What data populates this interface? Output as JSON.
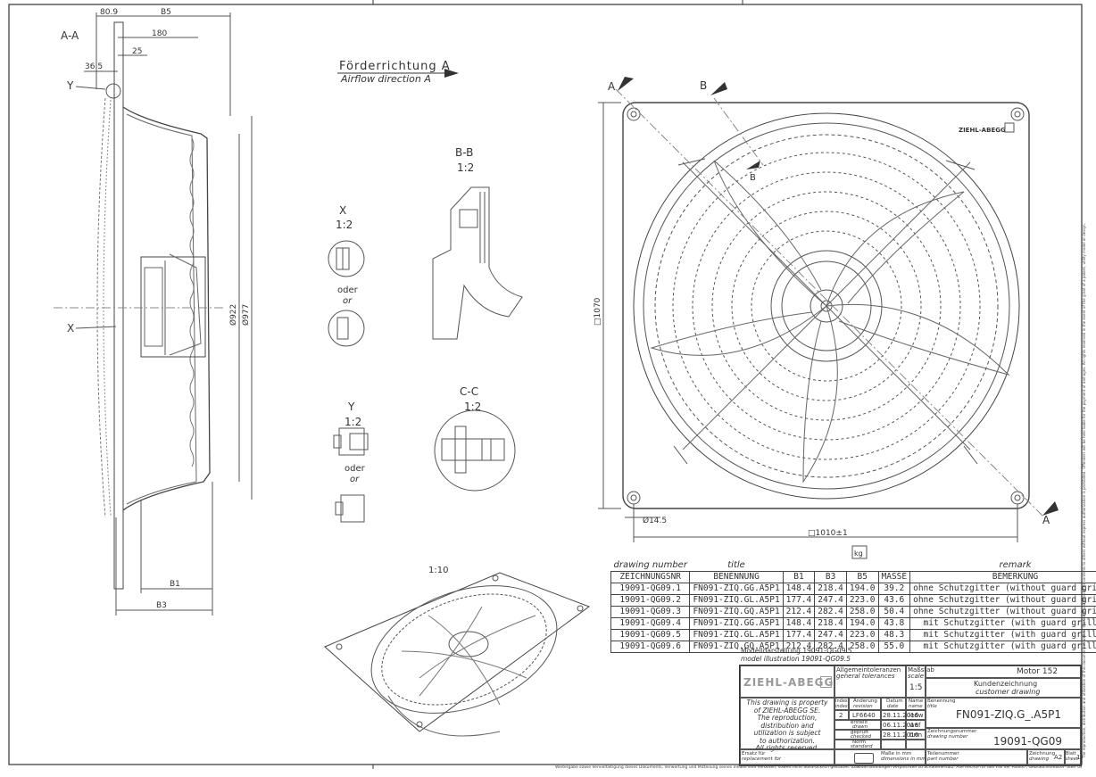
{
  "dimensions": {
    "d80_9": "80.9",
    "b5": "B5",
    "d180": "180",
    "d25": "25",
    "d36_5": "36.5",
    "d922": "Ø922",
    "d977": "Ø977",
    "b1": "B1",
    "b3": "B3",
    "sq1070": "□1070",
    "sq1010": "□1010±1",
    "d14_5": "Ø14.5"
  },
  "section_labels": {
    "aa": "A-A",
    "y_mark": "Y",
    "x_mark": "X",
    "x_detail": "X",
    "x_scale": "1:2",
    "oder1": "oder",
    "or1": "or",
    "y_detail": "Y",
    "y_scale": "1:2",
    "oder2": "oder",
    "or2": "or",
    "bb": "B-B",
    "bb_scale": "1:2",
    "cc": "C-C",
    "cc_scale": "1:2",
    "iso_scale": "1:10",
    "a_top": "A",
    "b_top": "B",
    "a_bottom": "A",
    "b_inner": "B"
  },
  "airflow": {
    "de": "Förderrichtung A",
    "en": "Airflow direction A"
  },
  "brand_small": "ZIEHL-ABEGG",
  "weight_icon": "kg",
  "table": {
    "caption": [
      "drawing number",
      "title",
      "remark"
    ],
    "headers": [
      "ZEICHNUNGSNR",
      "BENENNUNG",
      "B1",
      "B3",
      "B5",
      "MASSE",
      "BEMERKUNG"
    ],
    "rows": [
      [
        "19091-QG09.1",
        "FN091-ZIQ.GG.A5P1",
        "148.4",
        "218.4",
        "194.0",
        "39.2",
        "ohne Schutzgitter (without guard grille)"
      ],
      [
        "19091-QG09.2",
        "FN091-ZIQ.GL.A5P1",
        "177.4",
        "247.4",
        "223.0",
        "43.6",
        "ohne Schutzgitter (without guard grille)"
      ],
      [
        "19091-QG09.3",
        "FN091-ZIQ.GQ.A5P1",
        "212.4",
        "282.4",
        "258.0",
        "50.4",
        "ohne Schutzgitter (without guard grille)"
      ],
      [
        "19091-QG09.4",
        "FN091-ZIQ.GG.A5P1",
        "148.4",
        "218.4",
        "194.0",
        "43.8",
        "mit Schutzgitter (with guard grille)"
      ],
      [
        "19091-QG09.5",
        "FN091-ZIQ.GL.A5P1",
        "177.4",
        "247.4",
        "223.0",
        "48.3",
        "mit Schutzgitter (with guard grille)"
      ],
      [
        "19091-QG09.6",
        "FN091-ZIQ.GQ.A5P1",
        "212.4",
        "282.4",
        "258.0",
        "55.0",
        "mit Schutzgitter (with guard grille)"
      ]
    ]
  },
  "model": {
    "de": "Modelldarstellung 19091-QG09.5",
    "en": "model illustration 19091-QG09.5"
  },
  "titleblock": {
    "brand": "ZIEHL-ABEGG",
    "tolerances_de": "Allgemeintoleranzen",
    "tolerances_en": "general tolerances",
    "scale_de": "Maßstab",
    "scale_en": "scale",
    "scale": "1:5",
    "motor": "Motor 152",
    "kz_de": "Kundenzeichnung",
    "kz_en": "customer drawing",
    "property": [
      "This drawing is property",
      "of ZIEHL-ABEGG SE.",
      "The reproduction,",
      "distribution and",
      "utilization is subject",
      "to authorization.",
      "All rights reserved."
    ],
    "rev_headers": [
      "Index",
      "Änderung",
      "Datum",
      "Name"
    ],
    "rev_headers_en": [
      "index",
      "revision",
      "date",
      "name"
    ],
    "rev_index": "2",
    "rev_change": "LF6640",
    "rev_date": "28.11.2016",
    "rev_name": "ledw",
    "drawn_de": "erstellt",
    "drawn_en": "drawn",
    "drawn_date": "06.11.2016",
    "drawn_name": "waf",
    "checked_de": "geprüft",
    "checked_en": "checked",
    "checked_date": "28.11.2016",
    "checked_name": "brm",
    "norm_de": "Norm",
    "norm_en": "standard",
    "title_de": "Benennung",
    "title_en": "title",
    "title": "FN091-ZIQ.G_.A5P1",
    "dwgnr_de": "Zeichnungsnummer",
    "dwgnr_en": "drawing number",
    "dwgnr": "19091-QG09",
    "replace_de": "Ersatz für",
    "replace_en": "replacement for",
    "units_de": "Maße in mm",
    "units_en": "dimensions in mm",
    "part_de": "Teilenummer",
    "part_en": "part number",
    "drawing_de": "Zeichnung",
    "drawing_en": "drawing",
    "size": "A2",
    "sheet_de": "Blatt",
    "sheet_en": "sheet",
    "sheet": "1"
  },
  "footer": "Weitergabe sowie Vervielfältigung dieses Dokuments, Verwertung und Mitteilung seines Inhalts sind verboten, soweit nicht ausdrücklich gestattet. Zuwiderhandlungen verpflichten zu Schadenersatz. Alle Rechte für den Fall der Patent-, Gebrauchsmuster- oder Geschmacksmustereintragung vorbehalten.",
  "sidenote": "The reproduction, distribution and utilization of this document as well as the communication of its contents to others without express authorization is prohibited. Offenders will be held liable for the payment of damages. All rights reserved in the event of the grant of a patent, utility model or design."
}
